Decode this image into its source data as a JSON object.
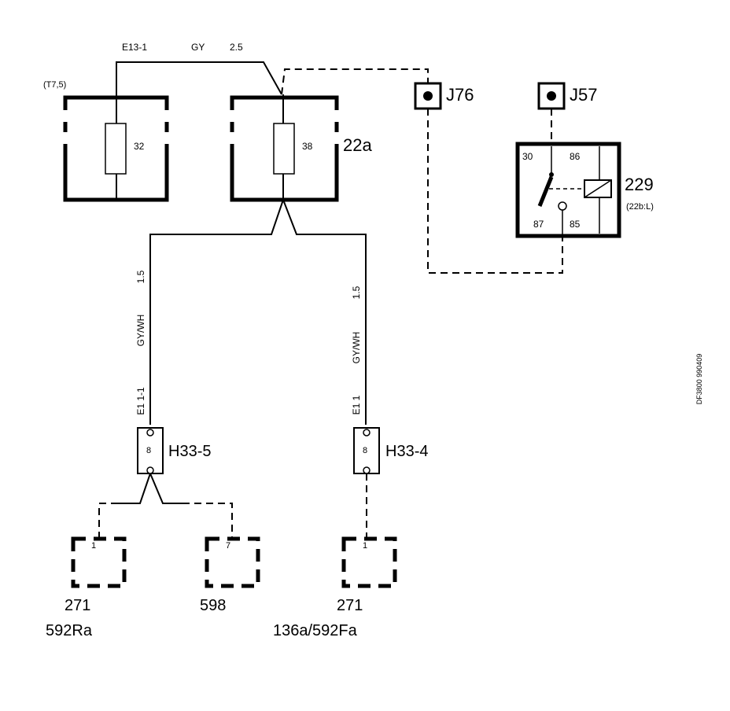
{
  "wires": {
    "top_id": "E13-1",
    "top_color": "GY",
    "top_size": "2.5",
    "left_size": "1.5",
    "left_color": "GY/WH",
    "left_id": "E1  1-1",
    "right_size": "1.5",
    "right_color": "GY/WH",
    "right_id": "E1  1"
  },
  "fuses": {
    "left_ref": "(T7,5)",
    "left_number": "32",
    "right_number": "38",
    "right_box_label": "22a"
  },
  "junctions": {
    "j76": "J76",
    "j57": "J57"
  },
  "relay": {
    "number": "229",
    "location": "(22b:L)",
    "pin_30": "30",
    "pin_86": "86",
    "pin_87": "87",
    "pin_85": "85"
  },
  "connectors": {
    "left_pin": "8",
    "left_label": "H33-5",
    "right_pin": "8",
    "right_label": "H33-4"
  },
  "components": [
    {
      "pin": "1",
      "number": "271",
      "ref": "592Ra"
    },
    {
      "pin": "7",
      "number": "598",
      "ref": ""
    },
    {
      "pin": "1",
      "number": "271",
      "ref": "136a/592Fa"
    }
  ],
  "drawing_id": "DF3800 990409"
}
